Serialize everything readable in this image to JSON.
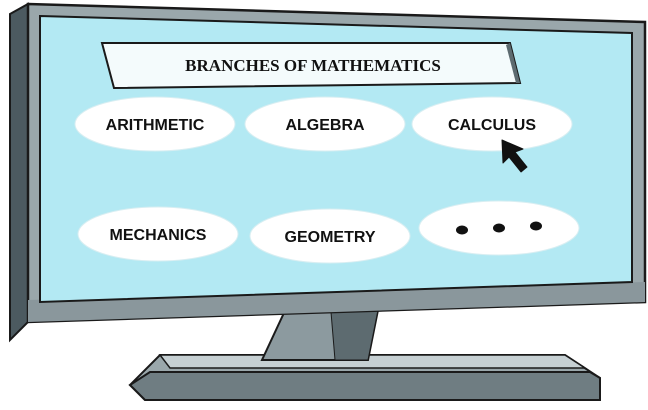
{
  "title": "BRANCHES OF MATHEMATICS",
  "branches": [
    {
      "label": "ARITHMETIC"
    },
    {
      "label": "ALGEBRA"
    },
    {
      "label": "CALCULUS"
    },
    {
      "label": "MECHANICS"
    },
    {
      "label": "GEOMETRY"
    }
  ],
  "more_icon": "ellipsis-dots-icon",
  "cursor_icon": "arrow-cursor-icon",
  "colors": {
    "screen": "#b3e9f3",
    "bezel": "#9aa7ab",
    "bezel_dark": "#4c5a60",
    "oval": "#ffffff",
    "outline": "#111111"
  }
}
